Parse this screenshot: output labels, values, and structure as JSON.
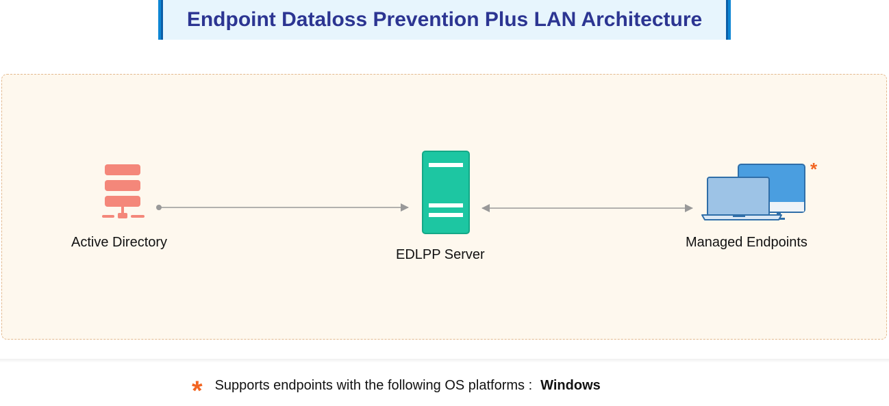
{
  "title": "Endpoint Dataloss Prevention Plus LAN Architecture",
  "nodes": {
    "active_directory": {
      "label": "Active Directory",
      "icon": "server-stack-icon",
      "color": "#f4877a"
    },
    "edlpp_server": {
      "label": "EDLPP Server",
      "icon": "tower-server-icon",
      "color": "#1dc6a2"
    },
    "managed_endpoints": {
      "label": "Managed Endpoints",
      "icon": "computers-icon",
      "color": "#4a9ee0",
      "marker": "*"
    }
  },
  "connections": [
    {
      "from": "Active Directory",
      "to": "EDLPP Server",
      "direction": "one-way"
    },
    {
      "from": "EDLPP Server",
      "to": "Managed Endpoints",
      "direction": "two-way"
    }
  ],
  "footnote": {
    "marker": "*",
    "text": "Supports endpoints with the following OS platforms :",
    "os": "Windows"
  },
  "colors": {
    "title_text": "#2c3592",
    "banner_bg": "#e7f5fd",
    "banner_border": "#0d86d4",
    "zone_bg": "#fef8ee",
    "zone_border": "#e3b88d",
    "accent": "#f26522",
    "connector": "#999999"
  }
}
